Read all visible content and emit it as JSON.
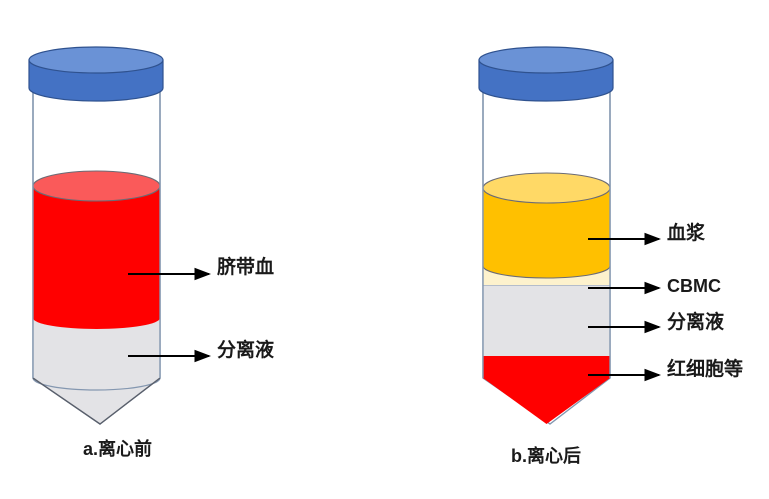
{
  "figure": {
    "title": "Cord blood density-gradient centrifugation diagram",
    "background_color": "#ffffff"
  },
  "colors": {
    "cap_body": "#4472c4",
    "cap_top": "#6a92d6",
    "cap_outline": "#2f528f",
    "tube_outline": "#8497b0",
    "cord_blood": "#ff0000",
    "cord_blood_top": "#fa5a5a",
    "separation_liquid": "#e3e3e6",
    "plasma": "#ffc000",
    "plasma_top": "#ffd966",
    "cbmc": "#fdf2cd",
    "red_cells": "#ff0000",
    "arrow": "#000000",
    "text": "#1a1a1a"
  },
  "panels": [
    {
      "id": "before",
      "caption": "a.离心前",
      "cap_label": "tube-cap",
      "layers": [
        {
          "id": "cord-blood",
          "label": "脐带血",
          "color": "#ff0000"
        },
        {
          "id": "separation-liquid",
          "label": "分离液",
          "color": "#e3e3e6"
        }
      ]
    },
    {
      "id": "after",
      "caption": "b.离心后",
      "cap_label": "tube-cap",
      "layers": [
        {
          "id": "plasma",
          "label": "血浆",
          "color": "#ffc000"
        },
        {
          "id": "cbmc",
          "label": "CBMC",
          "color": "#fdf2cd"
        },
        {
          "id": "separation-liquid",
          "label": "分离液",
          "color": "#e3e3e6"
        },
        {
          "id": "red-cells",
          "label": "红细胞等",
          "color": "#ff0000"
        }
      ]
    }
  ],
  "labels": {
    "cord_blood": "脐带血",
    "separation_left": "分离液",
    "plasma": "血浆",
    "cbmc": "CBMC",
    "separation_right": "分离液",
    "red_cells": "红细胞等",
    "caption_left": "a.离心前",
    "caption_right": "b.离心后"
  }
}
